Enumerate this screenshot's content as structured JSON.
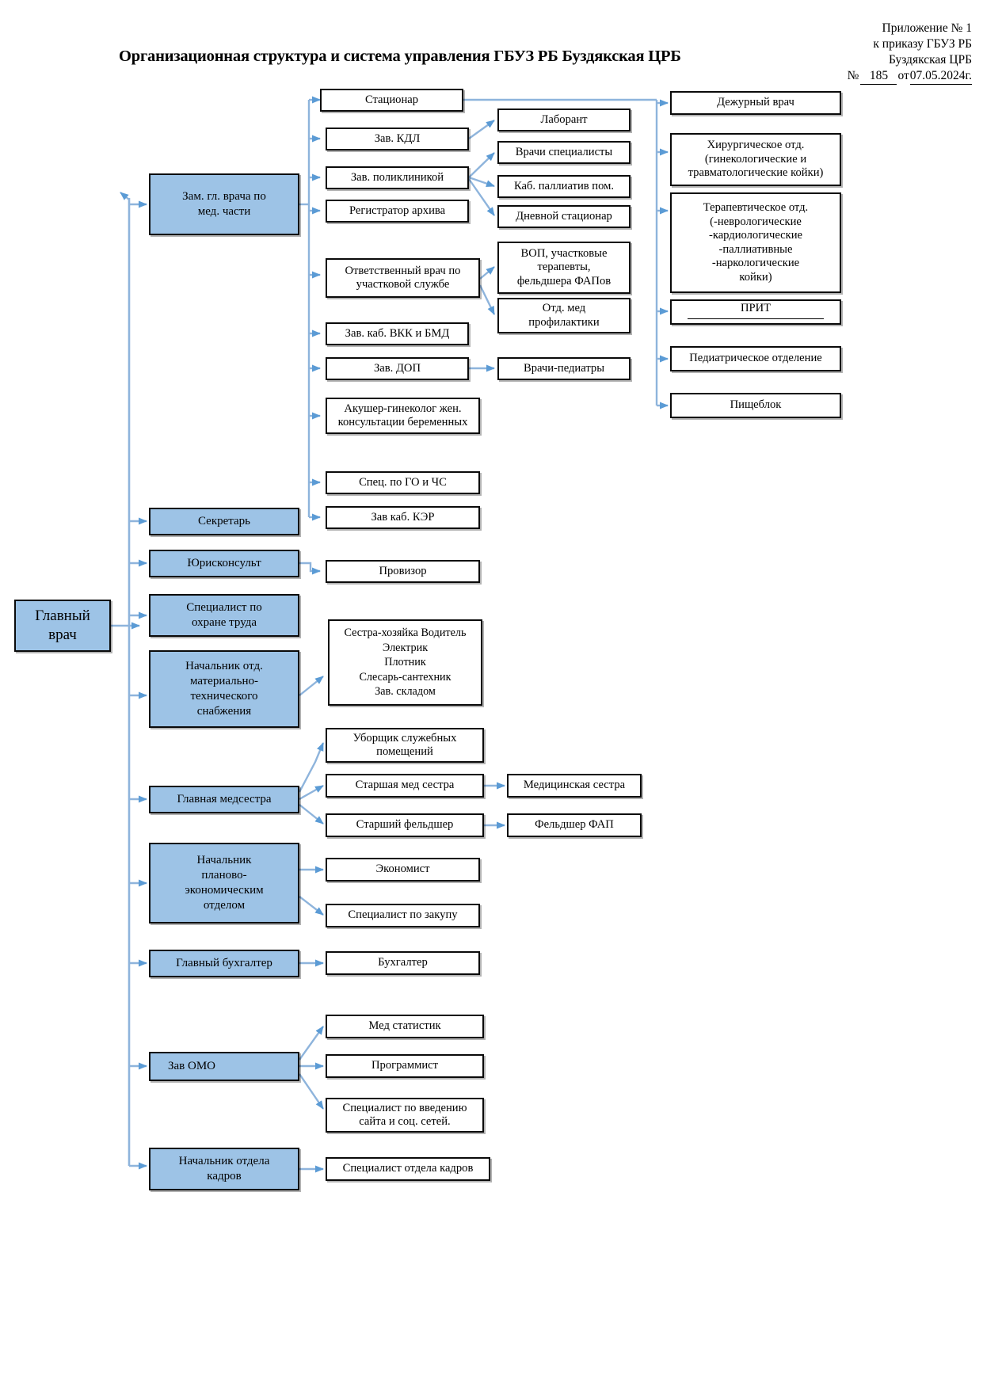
{
  "header": {
    "line1": "Приложение № 1",
    "line2": "к приказу ГБУЗ РБ",
    "line3": "Буздякская ЦРБ",
    "num_label": "№",
    "num_value": "185",
    "date_label": "от",
    "date_value": "07.05.2024г."
  },
  "title": "Организационная структура и система управления ГБУЗ РБ Буздякская ЦРБ",
  "colors": {
    "node_fill_blue": "#9dc3e6",
    "node_fill_white": "#ffffff",
    "node_border": "#0a0a0a",
    "connector": "#8eb4dc",
    "connector_arrow": "#5b9bd5"
  },
  "nodes": {
    "root": "Главный врач",
    "deputy_med": "Зам. гл. врача по мед. части",
    "secretary": "Секретарь",
    "legal_counsel": "Юрисконсульт",
    "labor_safety": "Специалист по охране труда",
    "supply_chief": "Начальник отд. материально-технического снабжения",
    "head_nurse": "Главная медсестра",
    "planning_chief": "Начальник планово-экономическим отделом",
    "chief_accountant": "Главный бухгалтер",
    "omo_chief": "Зав ОМО",
    "hr_chief": "Начальник отдела кадров",
    "inpatient": "Стационар",
    "kdl_head": "Зав. КДЛ",
    "polyclinic_head": "Зав. поликлиникой",
    "archive_registrar": "Регистратор архива",
    "district_doctor": "Ответственный врач по участковой службе",
    "vkk_bmd_head": "Зав. каб. ВКК и БМД",
    "dop_head": "Зав. ДОП",
    "obgyn": "Акушер-гинеколог жен. консультации беременных",
    "go_chs_spec": "Спец. по ГО и ЧС",
    "ker_head": "Зав каб.  КЭР",
    "pharmacist": "Провизор",
    "cleaner": "Уборщик служебных помещений",
    "senior_nurse": "Старшая мед сестра",
    "senior_paramedic": "Старший фельдшер",
    "economist": "Экономист",
    "procurement_spec": "Специалист по закупу",
    "accountant": "Бухгалтер",
    "med_statistician": "Мед статистик",
    "programmer": "Программист",
    "website_spec": "Специалист по введению сайта и соц. сетей.",
    "hr_specialist": "Специалист отдела кадров",
    "lab_technician": "Лаборант",
    "specialist_doctors": "Врачи специалисты",
    "palliative_office": "Каб. паллиатив пом.",
    "day_hospital": "Дневной стационар",
    "gp_therapists": "ВОП, участковые терапевты, фельдшера ФАПов",
    "prevention_dept": "Отд. мед профилактики",
    "pediatricians": "Врачи-педиатры",
    "nurse": "Медицинская сестра",
    "fap_paramedic": "Фельдшер ФАП",
    "duty_doctor": "Дежурный врач",
    "surgical_dept": "Хирургическое отд. (гинекологические и травматологические койки)",
    "therapeutic_dept": "Терапевтическое отд. (-неврологические -кардиологические -паллиативные -наркологические койки)",
    "prit": "ПРИТ",
    "pediatric_dept": "Педиатрическое отделение",
    "food_unit": "Пищеблок"
  },
  "supply_staff": {
    "line1": "Сестра-хозяйка  Водитель",
    "line2": "Электрик",
    "line3": "Плотник",
    "line4": "Слесарь-сантехник",
    "line5": "Зав. складом"
  },
  "surgical_dept_lines": {
    "line1": "Хирургическое отд.",
    "line2": "(гинекологические и",
    "line3": "травматологические койки)"
  },
  "therapeutic_dept_lines": {
    "line1": "Терапевтическое отд.",
    "line2": "(-неврологические",
    "line3": "-кардиологические",
    "line4": "-паллиативные",
    "line5": "-наркологические",
    "line6": "койки)"
  },
  "deputy_med_lines": {
    "line1": "Зам. гл. врача по",
    "line2": "мед. части"
  },
  "root_lines": {
    "line1": "Главный",
    "line2": "врач"
  },
  "labor_safety_lines": {
    "line1": "Специалист по",
    "line2": "охране труда"
  },
  "supply_chief_lines": {
    "line1": "Начальник отд.",
    "line2": "материально-",
    "line3": "технического",
    "line4": "снабжения"
  },
  "planning_chief_lines": {
    "line1": "Начальник",
    "line2": "планово-",
    "line3": "экономическим",
    "line4": "отделом"
  },
  "hr_chief_lines": {
    "line1": "Начальник отдела",
    "line2": "кадров"
  },
  "district_doctor_lines": {
    "line1": "Ответственный врач по",
    "line2": "участковой службе"
  },
  "obgyn_lines": {
    "line1": "Акушер-гинеколог жен.",
    "line2": "консультации беременных"
  },
  "cleaner_lines": {
    "line1": "Уборщик служебных",
    "line2": "помещений"
  },
  "website_spec_lines": {
    "line1": "Специалист по введению",
    "line2": "сайта и соц. сетей."
  },
  "gp_therapists_lines": {
    "line1": "ВОП, участковые",
    "line2": "терапевты,",
    "line3": "фельдшера ФАПов"
  },
  "prevention_dept_lines": {
    "line1": "Отд. мед",
    "line2": "профилактики"
  }
}
